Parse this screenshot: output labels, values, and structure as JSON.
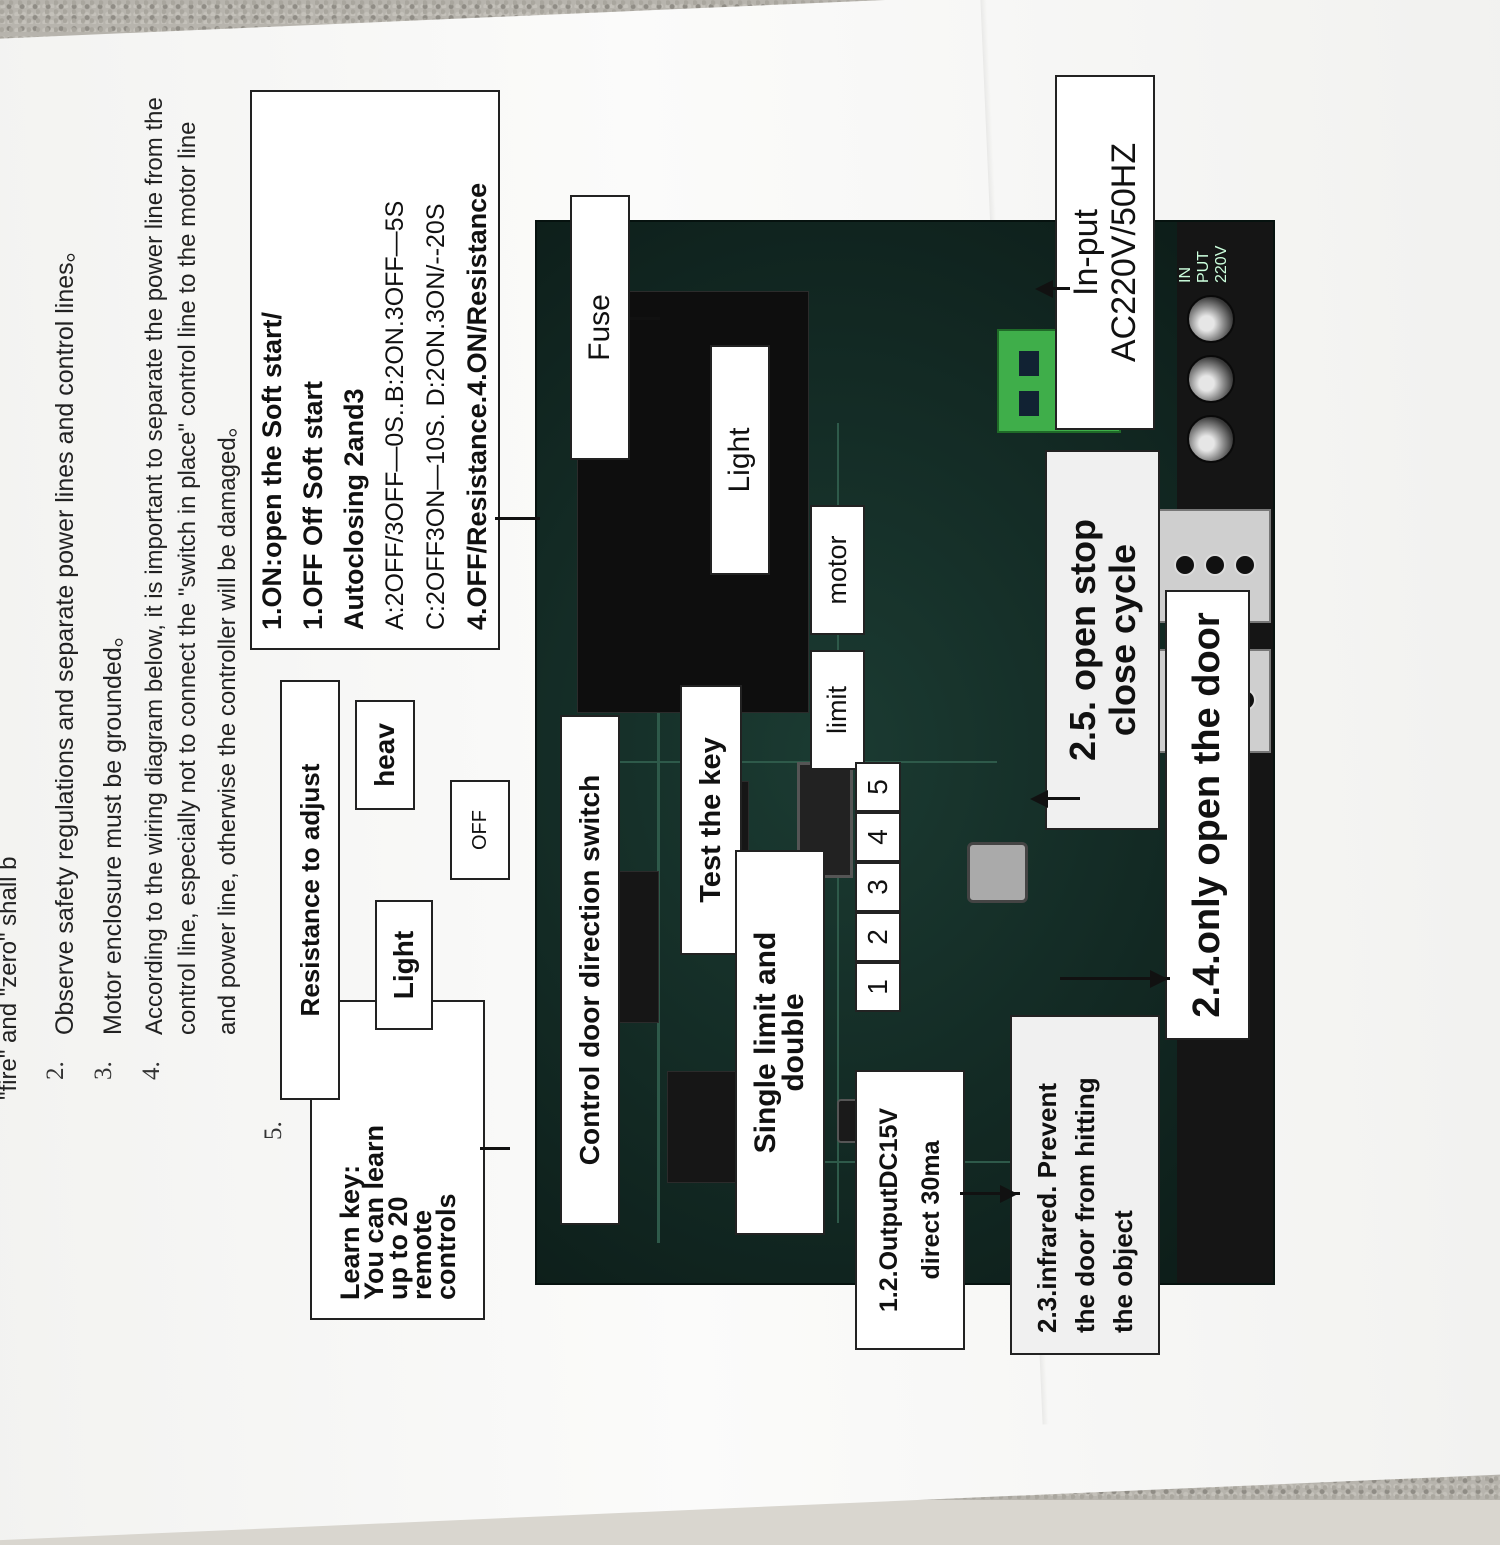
{
  "intro": {
    "line1_partial": "\"fire\" and \"zero\" shall b",
    "items": [
      {
        "num": "2.",
        "text": "Observe safety regulations and separate power lines and control lines。"
      },
      {
        "num": "3.",
        "text": "Motor enclosure must be grounded。"
      },
      {
        "num": "4.",
        "lines": [
          "According to the wiring diagram below, it is important to separate the power line from the",
          "control line, especially not to connect the \"switch in place\" control line to the motor line",
          "and power line, otherwise the controller will be damaged。"
        ]
      },
      {
        "num": "5.",
        "text": ""
      }
    ]
  },
  "callouts": {
    "learn_key": [
      "Learn key:",
      "You can learn",
      "up to 20",
      "remote",
      "controls"
    ],
    "resistance": "Resistance to adjust",
    "light_small": "Light",
    "heav": "heav",
    "off": "OFF",
    "control_door": "Control door direction switch",
    "test_key": "Test the key",
    "single_limit": [
      "Single limit and",
      "double"
    ],
    "output": [
      "1.2.OutputDC15V",
      "direct 30ma"
    ],
    "infrared": [
      "2.3.infrared. Prevent",
      "the door from hitting",
      "the object"
    ],
    "only_open": "2.4.only open the door",
    "open_stop": [
      "2.5. open stop",
      "close cycle"
    ],
    "limit": "limit",
    "motor": "motor",
    "light": "Light",
    "fuse": "Fuse",
    "input": [
      "In-put",
      "AC220V/50HZ"
    ],
    "soft_start": [
      "1.ON:open the Soft start/",
      "1.OFF Off Soft start",
      "Autoclosing 2and3",
      "A:2OFF/3OFF—0S..B:2ON.3OFF—5S",
      "C:2OFF3ON—10S. D:2ON.3ON/--20S",
      "4.OFF/Resistance.4.ON/Resistance"
    ],
    "terminals": [
      "1",
      "2",
      "3",
      "4",
      "5"
    ]
  },
  "board": {
    "silk_input": [
      "IN",
      "PUT",
      "220V"
    ]
  },
  "colors": {
    "pcb": "#1b3b32",
    "terminal_green": "#3fae4a",
    "dip_red": "#e0606a"
  }
}
